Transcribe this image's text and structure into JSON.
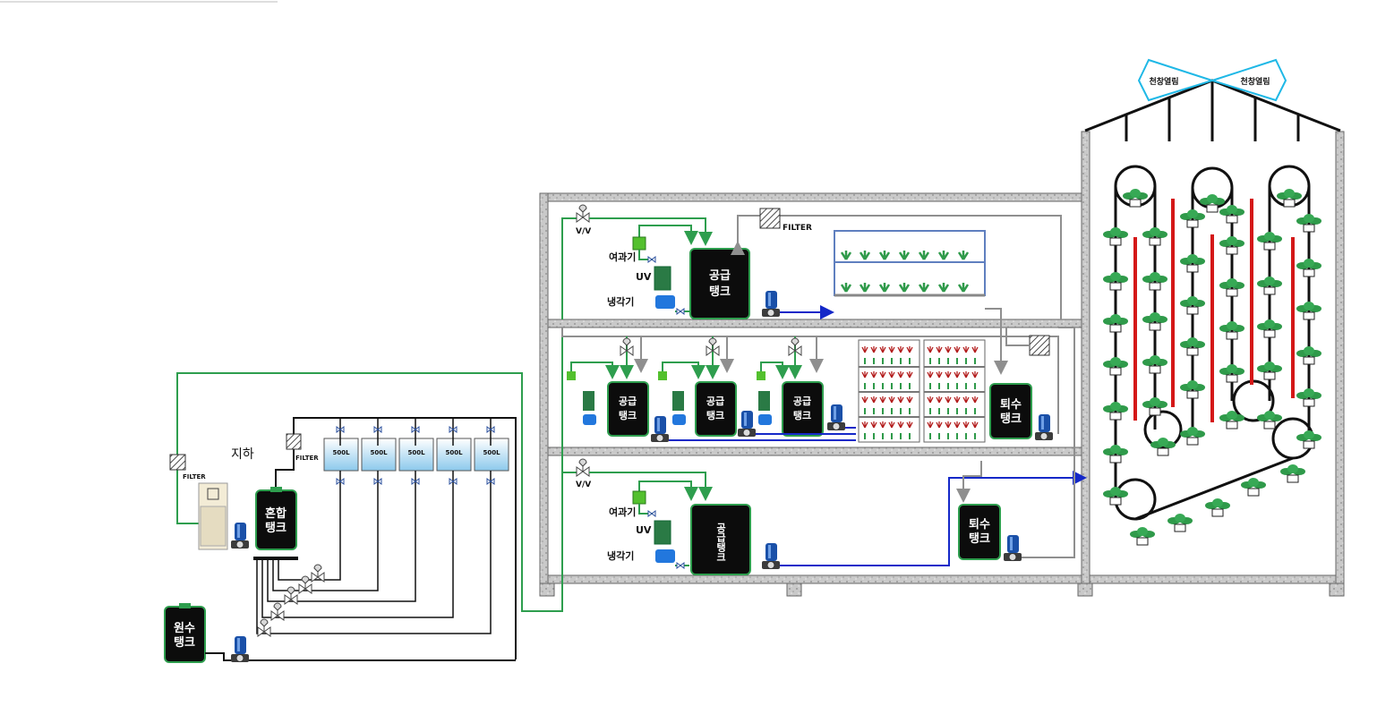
{
  "labels": {
    "underground": "지하",
    "filter": "FILTER",
    "vv": "V/V",
    "filter_unit": "여과기",
    "uv": "UV",
    "cooler": "냉각기",
    "vent": "천창열림"
  },
  "tanks": {
    "supply": [
      "공급",
      "탱크"
    ],
    "supply_vertical": "공급탱크",
    "return": [
      "퇴수",
      "탱크"
    ],
    "mixing": [
      "혼합",
      "탱크"
    ],
    "raw": [
      "원수",
      "탱크"
    ],
    "small_tank": "500L"
  },
  "colors": {
    "green_pipe": "#2e9e4e",
    "gray_pipe": "#8f8f8f",
    "blue_pipe": "#1428c8",
    "tank": "#0c0c0c",
    "red_bar": "#d41818",
    "vent": "#1fb8e6",
    "plant": "#2f9a4a"
  },
  "icons": [
    "tank-icon",
    "pump-icon",
    "valve-icon",
    "filter-icon",
    "uv-sterilizer-icon",
    "cooler-icon",
    "plant-icon",
    "vent-icon"
  ]
}
